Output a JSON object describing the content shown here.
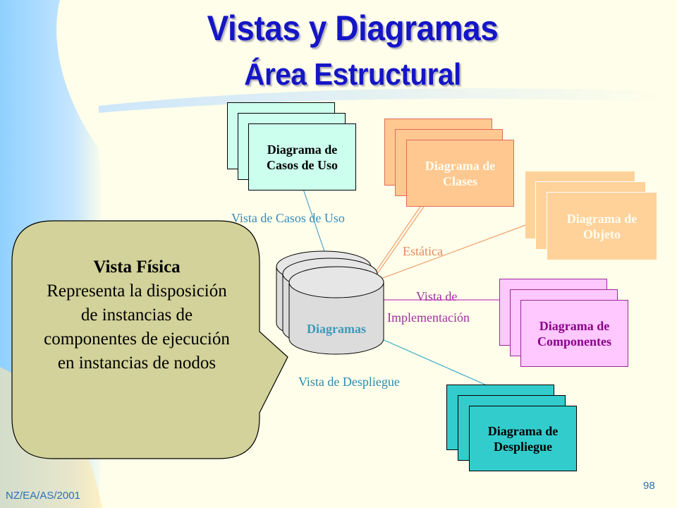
{
  "slide": {
    "title_line1": "Vistas y Diagramas",
    "title_line2": "Área Estructural",
    "footer_left": "NZ/EA/AS/2001",
    "page_number": "98"
  },
  "colors": {
    "title": "#1515C8",
    "background": "#FFFEEA",
    "casos_fill": "#CCFFEE",
    "clases_fill": "#FFC890",
    "objeto_fill": "#FFD29A",
    "componentes_fill": "#FFC8FF",
    "despliegue_fill": "#33CCCC",
    "bubble_fill": "#D2D29A"
  },
  "diagram": {
    "center": "Diagramas",
    "cards": {
      "casos_uso": "Diagrama de\nCasos de Uso",
      "clases": "Diagrama de\nClases",
      "objeto": "Diagrama de\nObjeto",
      "componentes": "Diagrama de\nComponentes",
      "despliegue": "Diagrama de\nDespliegue"
    },
    "views": {
      "casos_uso": "Vista de Casos de Uso",
      "estatica": "Estática",
      "implementacion_1": "Vista de",
      "implementacion_2": "Implementación",
      "despliegue": "Vista de Despliegue"
    }
  },
  "callout": {
    "title": "Vista Física",
    "lines": [
      "Representa la disposición",
      "de instancias de",
      "componentes de ejecución",
      "en instancias de nodos"
    ]
  }
}
